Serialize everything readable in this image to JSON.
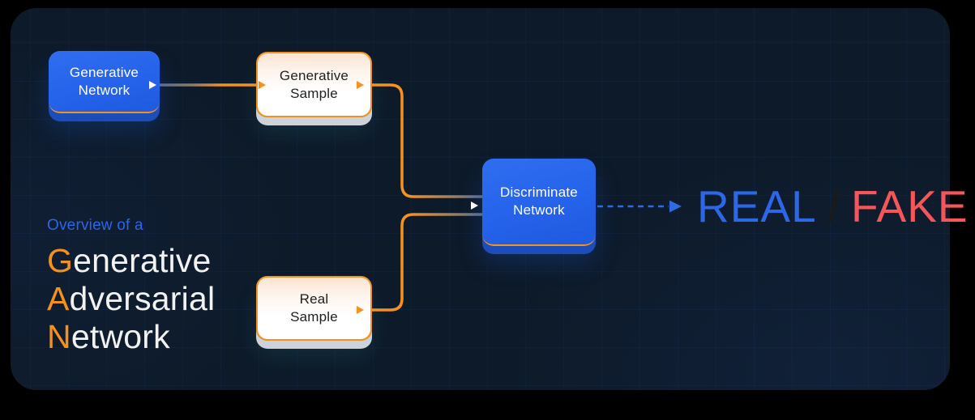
{
  "headline": {
    "eyebrow": "Overview of a",
    "lines": [
      {
        "initial": "G",
        "rest": "enerative"
      },
      {
        "initial": "A",
        "rest": "dversarial"
      },
      {
        "initial": "N",
        "rest": "etwork"
      }
    ]
  },
  "nodes": {
    "generative_network": {
      "label": "Generative\nNetwork"
    },
    "generative_sample": {
      "label": "Generative\nSample"
    },
    "real_sample": {
      "label": "Real\nSample"
    },
    "discriminate_network": {
      "label": "Discriminate\nNetwork"
    }
  },
  "output": {
    "real": "REAL",
    "separator": "/",
    "fake": "FAKE"
  },
  "colors": {
    "card_background": "#0d1a29",
    "primary_blue": "#2563eb",
    "accent_orange": "#f5921e",
    "slate_wire": "#5d7191",
    "real_blue": "#2c67e8",
    "fake_red": "#f4565a",
    "blue_node_extrusion": "#1b4dbb",
    "light_node_extrusion": "#ccd3da"
  }
}
